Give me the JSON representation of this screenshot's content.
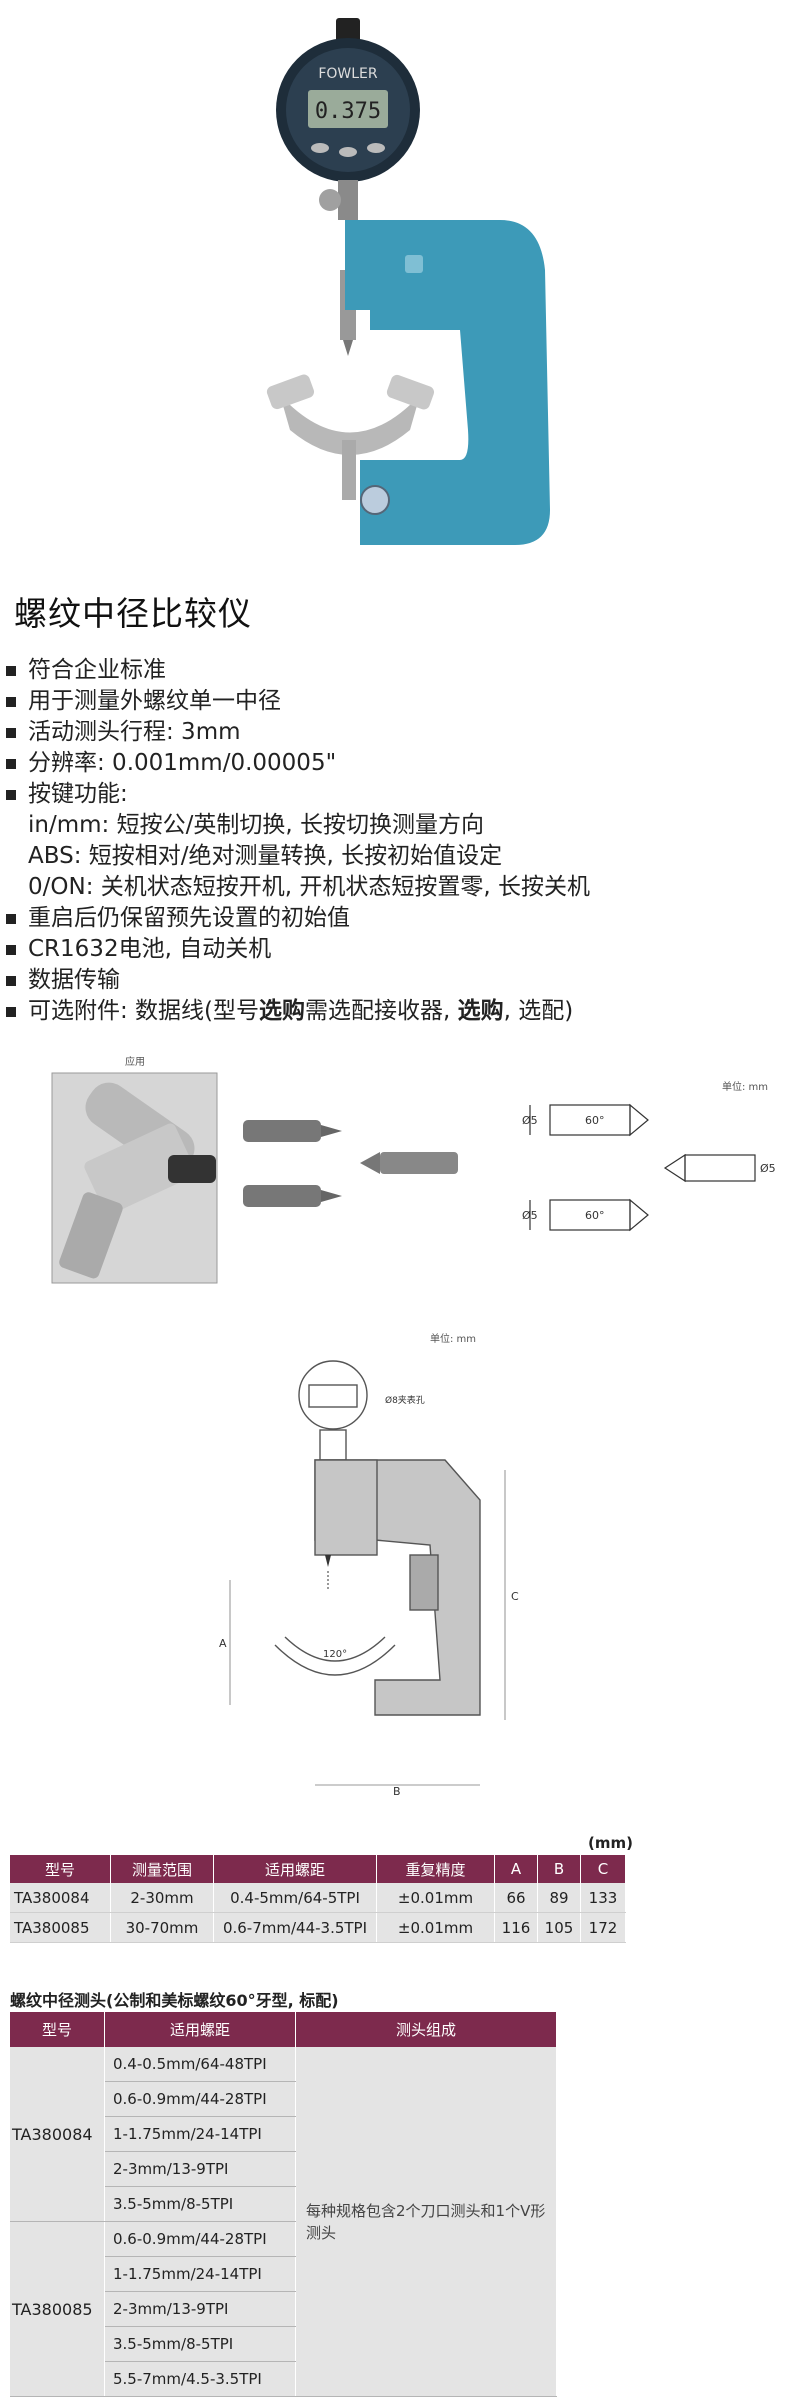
{
  "product": {
    "title": "螺纹中径比较仪",
    "dial_brand": "FOWLER",
    "dial_reading": "0.375"
  },
  "features": [
    {
      "type": "bullet",
      "text": "符合企业标准"
    },
    {
      "type": "bullet",
      "text": "用于测量外螺纹单一中径"
    },
    {
      "type": "bullet",
      "text": "活动测头行程: 3mm"
    },
    {
      "type": "bullet",
      "text": "分辨率: 0.001mm/0.00005\""
    },
    {
      "type": "bullet",
      "text": "按键功能:"
    },
    {
      "type": "sub",
      "text": "in/mm: 短按公/英制切换, 长按切换测量方向"
    },
    {
      "type": "sub",
      "text": "ABS: 短按相对/绝对测量转换, 长按初始值设定"
    },
    {
      "type": "sub",
      "text": "0/ON: 关机状态短按开机, 开机状态短按置零, 长按关机"
    },
    {
      "type": "bullet",
      "text": "重启后仍保留预先设置的初始值"
    },
    {
      "type": "bullet",
      "text": "CR1632电池, 自动关机"
    },
    {
      "type": "bullet",
      "text": "数据传输"
    }
  ],
  "optional": {
    "prefix": "可选附件: 数据线(型号",
    "bold1": "选购",
    "mid": "需选配接收器, ",
    "bold2": "选购",
    "suffix": ", 选配)"
  },
  "accessory_figure": {
    "caption_application": "应用",
    "unit": "单位: mm",
    "angle": "60°",
    "diameter": "Ø5"
  },
  "dimension_figure": {
    "unit": "单位: mm",
    "hole_label": "Ø8夹表孔",
    "angle": "120°",
    "label_a": "A",
    "label_b": "B",
    "label_c": "C"
  },
  "spec_table": {
    "unit": "(mm)",
    "headers": [
      "型号",
      "测量范围",
      "适用螺距",
      "重复精度",
      "A",
      "B",
      "C"
    ],
    "rows": [
      [
        "TA380084",
        "2-30mm",
        "0.4-5mm/64-5TPI",
        "±0.01mm",
        "66",
        "89",
        "133"
      ],
      [
        "TA380085",
        "30-70mm",
        "0.6-7mm/44-3.5TPI",
        "±0.01mm",
        "116",
        "105",
        "172"
      ]
    ]
  },
  "head_table": {
    "title": "螺纹中径测头(公制和美标螺纹60°牙型, 标配)",
    "headers": [
      "型号",
      "适用螺距",
      "测头组成"
    ],
    "composition": "每种规格包含2个刀口测头和1个V形测头",
    "groups": [
      {
        "model": "TA380084",
        "pitches": [
          "0.4-0.5mm/64-48TPI",
          "0.6-0.9mm/44-28TPI",
          "1-1.75mm/24-14TPI",
          "2-3mm/13-9TPI",
          "3.5-5mm/8-5TPI"
        ]
      },
      {
        "model": "TA380085",
        "pitches": [
          "0.6-0.9mm/44-28TPI",
          "1-1.75mm/24-14TPI",
          "2-3mm/13-9TPI",
          "3.5-5mm/8-5TPI",
          "5.5-7mm/4.5-3.5TPI"
        ]
      }
    ]
  }
}
